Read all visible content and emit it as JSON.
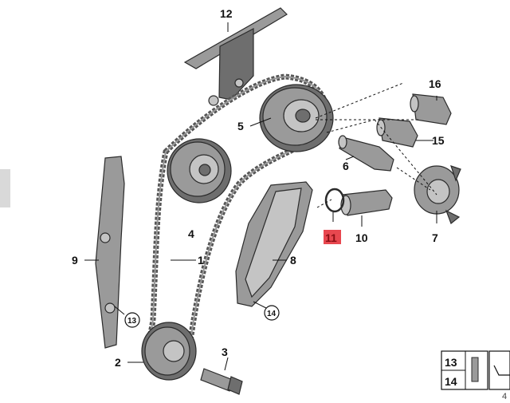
{
  "callouts": {
    "c1": "1",
    "c2": "2",
    "c3": "3",
    "c4": "4",
    "c5": "5",
    "c6": "6",
    "c7": "7",
    "c8": "8",
    "c9": "9",
    "c10": "10",
    "c11": "11",
    "c12": "12",
    "c13": "13",
    "c14": "14",
    "c15": "15",
    "c16": "16"
  },
  "highlighted_part": "11",
  "legend": {
    "row1": "13",
    "row2": "14"
  },
  "corner_text": "4",
  "colors": {
    "highlight": "#e8474f",
    "highlight_text": "#8a0e14",
    "part": "#9a9a9a"
  }
}
